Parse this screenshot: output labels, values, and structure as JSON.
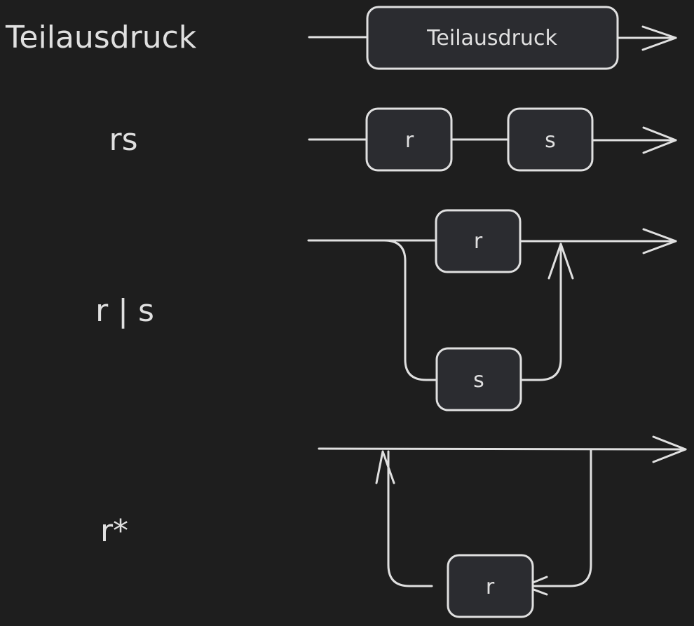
{
  "diagram": {
    "title": "Syntaxdiagramme regulärer Ausdrücke",
    "colors": {
      "background": "#1e1e1e",
      "box_fill": "#2b2c30",
      "stroke": "#e0e0e0",
      "text": "#e0e0e0"
    },
    "rows": [
      {
        "id": "teilausdruck",
        "label": "Teilausdruck",
        "kind": "single",
        "boxes": [
          "Teilausdruck"
        ]
      },
      {
        "id": "concatenation",
        "label": "rs",
        "kind": "sequence",
        "boxes": [
          "r",
          "s"
        ]
      },
      {
        "id": "alternation",
        "label": "r | s",
        "kind": "alternative",
        "boxes": [
          "r",
          "s"
        ]
      },
      {
        "id": "kleene-star",
        "label": "r*",
        "kind": "repetition",
        "boxes": [
          "r"
        ]
      }
    ]
  }
}
